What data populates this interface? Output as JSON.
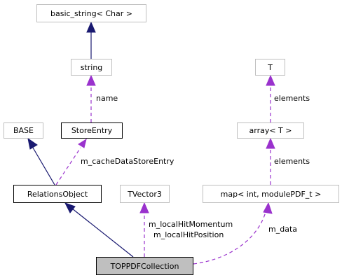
{
  "nodes": {
    "basic_string": "basic_string< Char >",
    "string": "string",
    "store_entry": "StoreEntry",
    "base": "BASE",
    "relations_object": "RelationsObject",
    "tvector3": "TVector3",
    "t": "T",
    "array": "array< T >",
    "map": "map< int, modulePDF_t >",
    "top_pdf_collection": "TOPPDFCollection"
  },
  "edge_labels": {
    "name": "name",
    "cache_entry": "m_cacheDataStoreEntry",
    "local_hit_momentum": "m_localHitMomentum",
    "local_hit_position": "m_localHitPosition",
    "elements_t": "elements",
    "elements_array": "elements",
    "m_data": "m_data"
  },
  "colors": {
    "inheritance": "#191970",
    "usage": "#9a32cd",
    "grey_border": "#bfbfbf",
    "focus_fill": "#bfbfbf"
  }
}
